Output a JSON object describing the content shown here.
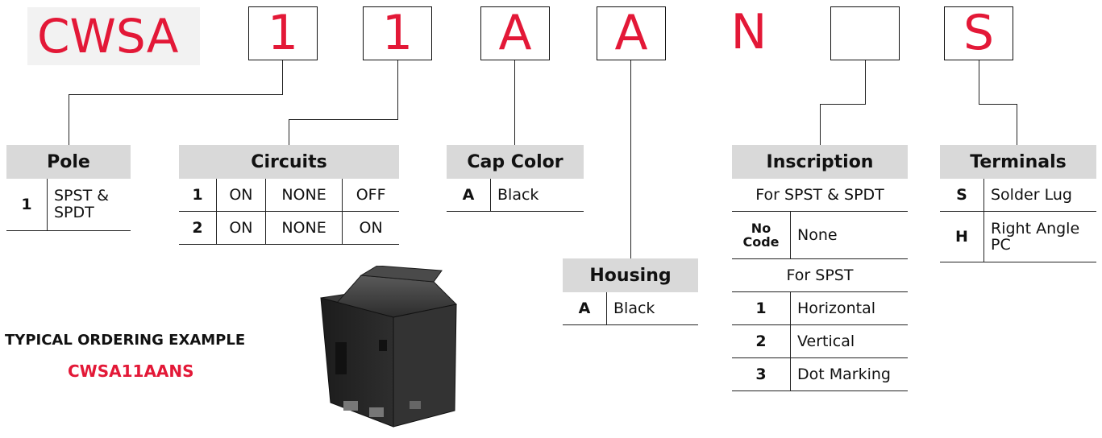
{
  "part_code": {
    "prefix": "CWSA",
    "pos1": "1",
    "pos2": "1",
    "pos3": "A",
    "pos4": "A",
    "pos5": "N",
    "pos6": "",
    "pos7": "S"
  },
  "pole": {
    "title": "Pole",
    "rows": [
      {
        "code": "1",
        "desc": "SPST & SPDT"
      }
    ]
  },
  "circuits": {
    "title": "Circuits",
    "rows": [
      {
        "code": "1",
        "c1": "ON",
        "c2": "NONE",
        "c3": "OFF"
      },
      {
        "code": "2",
        "c1": "ON",
        "c2": "NONE",
        "c3": "ON"
      }
    ]
  },
  "cap_color": {
    "title": "Cap Color",
    "rows": [
      {
        "code": "A",
        "desc": "Black"
      }
    ]
  },
  "housing": {
    "title": "Housing",
    "rows": [
      {
        "code": "A",
        "desc": "Black"
      }
    ]
  },
  "inscription": {
    "title": "Inscription",
    "group1_label": "For SPST & SPDT",
    "group1_rows": [
      {
        "code": "No Code",
        "desc": "None"
      }
    ],
    "group2_label": "For SPST",
    "group2_rows": [
      {
        "code": "1",
        "desc": "Horizontal"
      },
      {
        "code": "2",
        "desc": "Vertical"
      },
      {
        "code": "3",
        "desc": "Dot Marking"
      }
    ]
  },
  "terminals": {
    "title": "Terminals",
    "rows": [
      {
        "code": "S",
        "desc": "Solder Lug"
      },
      {
        "code": "H",
        "desc": "Right Angle PC"
      }
    ]
  },
  "example": {
    "title": "TYPICAL ORDERING EXAMPLE",
    "code": "CWSA11AANS"
  },
  "colors": {
    "accent": "#e31837",
    "header_bg": "#d9d9d9",
    "prefix_bg": "#f2f2f2"
  }
}
